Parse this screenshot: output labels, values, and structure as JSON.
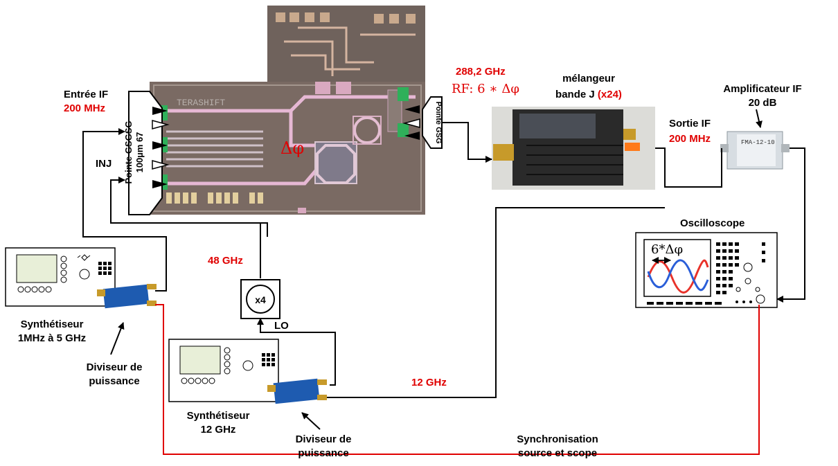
{
  "labels": {
    "entree_if": "Entrée IF",
    "entree_if_freq": "200 MHz",
    "inj": "INJ",
    "pointe_gsgsg": "Pointe GSGSG",
    "pointe_gsgsg_pitch": "100µm 67",
    "pointe_gsg": "Pointe GSG",
    "delta_phi": "Δφ",
    "rf_freq": "288,2 GHz",
    "rf_label": "RF: 6 ∗ Δφ",
    "mixer_title_1": "mélangeur",
    "mixer_title_2": "bande J",
    "mixer_mult": "(x24)",
    "amp_title_1": "Amplificateur IF",
    "amp_title_2": "20 dB",
    "sortie_if": "Sortie IF",
    "sortie_if_freq": "200 MHz",
    "oscilloscope": "Oscilloscope",
    "osc_phase": "6*Δφ",
    "freq_48": "48 GHz",
    "mult_x4": "x4",
    "lo": "LO",
    "freq_12": "12 GHz",
    "synth1_1": "Synthétiseur",
    "synth1_2": "1MHz à 5 GHz",
    "div1_1": "Diviseur de",
    "div1_2": "puissance",
    "synth2_1": "Synthétiseur",
    "synth2_2": "12 GHz",
    "div2_1": "Diviseur de",
    "div2_2": "puissance",
    "sync_1": "Synchronisation",
    "sync_2": "source et scope",
    "chip_text": "TERASHIFT",
    "amp_part": "FMA-12-10"
  },
  "colors": {
    "black": "#000000",
    "red": "#e00000",
    "sine_red": "#e8322a",
    "sine_blue": "#2a5ed8",
    "chip_bg": "#7a6a63",
    "splitter": "#1e5bb0"
  }
}
